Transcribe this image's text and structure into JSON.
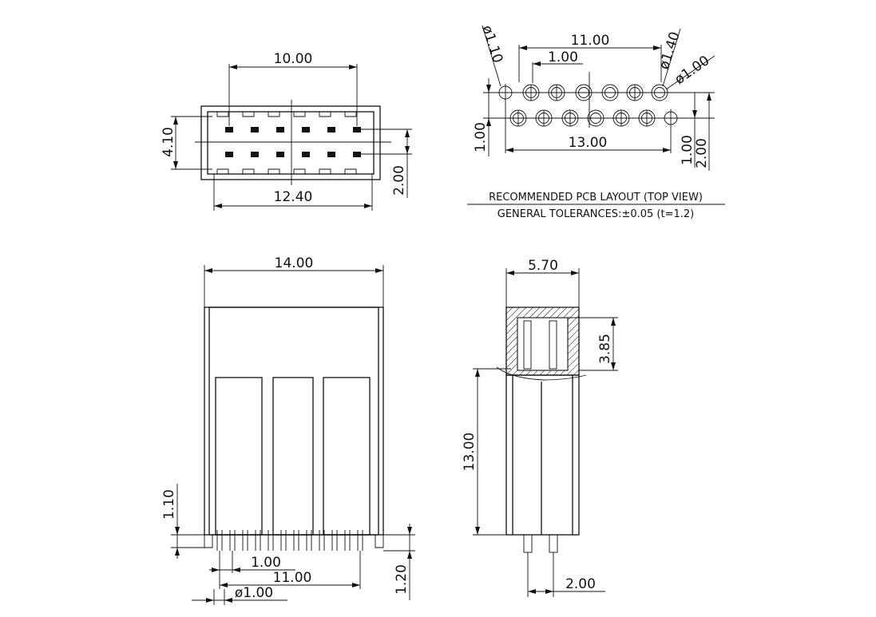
{
  "diagram": {
    "top_view": {
      "width_between_pins": "10.00",
      "body_width": "12.40",
      "body_height": "4.10",
      "row_pitch": "2.00"
    },
    "pcb_layout": {
      "pitch_top": "11.00",
      "pin_pitch": "1.00",
      "overall": "13.00",
      "dia_peg": "ø1.10",
      "dia_pad": "ø1.40",
      "dia_hole": "ø1.00",
      "row_offset": "1.00",
      "right_offset": "1.00",
      "right_total": "2.00",
      "caption": "RECOMMENDED PCB LAYOUT (TOP VIEW)",
      "tolerance": "GENERAL TOLERANCES:±0.05 (t=1.2)"
    },
    "front_view": {
      "width": "14.00",
      "standoff": "1.10",
      "pin_length": "1.20",
      "pitch": "1.00",
      "span": "11.00",
      "pin_dia": "ø1.00"
    },
    "side_view": {
      "width": "5.70",
      "contact_height": "3.85",
      "height": "13.00",
      "pin_pitch": "2.00"
    }
  }
}
